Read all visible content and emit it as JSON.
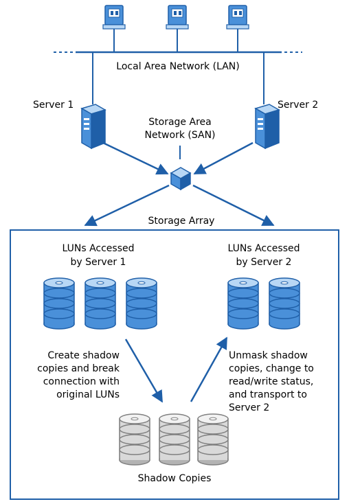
{
  "labels": {
    "lan": "Local Area Network (LAN)",
    "server1": "Server 1",
    "server2": "Server 2",
    "san_line1": "Storage Area",
    "san_line2": "Network (SAN)",
    "storage_array": "Storage Array",
    "luns1_line1": "LUNs Accessed",
    "luns1_line2": "by Server 1",
    "luns2_line1": "LUNs Accessed",
    "luns2_line2": "by Server 2",
    "create_line1": "Create shadow",
    "create_line2": "copies and break",
    "create_line3": "connection with",
    "create_line4": "original LUNs",
    "unmask_line1": "Unmask shadow",
    "unmask_line2": "copies, change to",
    "unmask_line3": "read/write status,",
    "unmask_line4": "and transport to",
    "unmask_line5": "Server 2",
    "shadow": "Shadow Copies"
  },
  "colors": {
    "accent": "#1f5fa8",
    "disk_blue_light": "#b8d7f5",
    "disk_blue_mid": "#4a90d9",
    "disk_gray_light": "#f2f2f2",
    "disk_gray_mid": "#b3b3b3",
    "line": "#1f5fa8"
  },
  "icons": {
    "client": "client-computer-icon",
    "server": "server-tower-icon",
    "switch": "san-switch-icon",
    "disk": "disk-stack-icon"
  }
}
